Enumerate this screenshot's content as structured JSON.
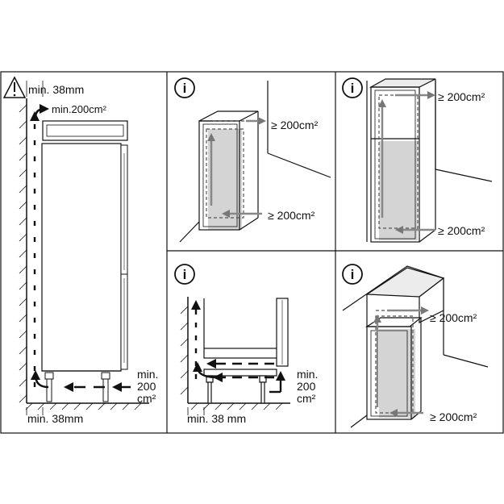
{
  "panel1": {
    "top_gap": "min. 38mm",
    "top_vent": "min.200cm²",
    "bottom_vent_1": "min.",
    "bottom_vent_2": "200",
    "bottom_vent_3": "cm²",
    "bottom_gap": "min. 38mm"
  },
  "panel2": {
    "info": "i",
    "top_vent": "≥ 200cm²",
    "bottom_vent": "≥ 200cm²"
  },
  "panel3": {
    "info": "i",
    "top_vent": "≥ 200cm²",
    "bottom_vent": "≥ 200cm²"
  },
  "panel4": {
    "info": "i",
    "vent_1": "min.",
    "vent_2": "200",
    "vent_3": "cm²",
    "bottom_gap": "min. 38 mm"
  },
  "panel5": {
    "info": "i",
    "top_vent": "≥ 200cm²",
    "bottom_vent": "≥ 200cm²"
  },
  "colors": {
    "line": "#111111",
    "shade": "#d4d4d4",
    "light": "#ececec"
  }
}
